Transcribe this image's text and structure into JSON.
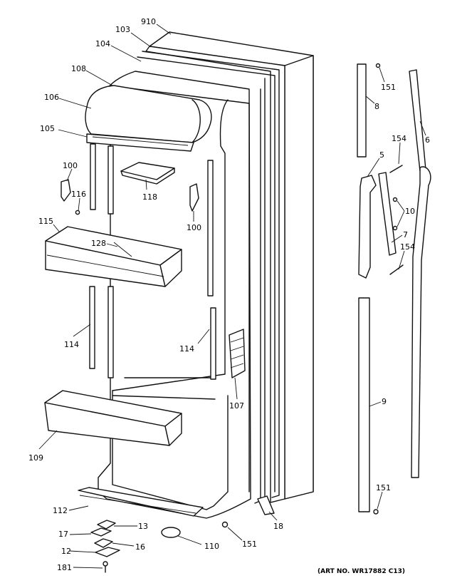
{
  "art_number": "(ART NO. WR17882 C13)",
  "callouts": [
    {
      "id": "910",
      "text": "910"
    },
    {
      "id": "103",
      "text": "103"
    },
    {
      "id": "104",
      "text": "104"
    },
    {
      "id": "108",
      "text": "108"
    },
    {
      "id": "106",
      "text": "106"
    },
    {
      "id": "105",
      "text": "105"
    },
    {
      "id": "100a",
      "text": "100"
    },
    {
      "id": "116",
      "text": "116"
    },
    {
      "id": "115",
      "text": "115"
    },
    {
      "id": "118",
      "text": "118"
    },
    {
      "id": "100b",
      "text": "100"
    },
    {
      "id": "128",
      "text": "128"
    },
    {
      "id": "114a",
      "text": "114"
    },
    {
      "id": "114b",
      "text": "114"
    },
    {
      "id": "107",
      "text": "107"
    },
    {
      "id": "109",
      "text": "109"
    },
    {
      "id": "112",
      "text": "112"
    },
    {
      "id": "17",
      "text": "17"
    },
    {
      "id": "13",
      "text": "13"
    },
    {
      "id": "16",
      "text": "16"
    },
    {
      "id": "12",
      "text": "12"
    },
    {
      "id": "181",
      "text": "181"
    },
    {
      "id": "110",
      "text": "110"
    },
    {
      "id": "151c",
      "text": "151"
    },
    {
      "id": "18",
      "text": "18"
    },
    {
      "id": "151a",
      "text": "151"
    },
    {
      "id": "8",
      "text": "8"
    },
    {
      "id": "6",
      "text": "6"
    },
    {
      "id": "154a",
      "text": "154"
    },
    {
      "id": "5",
      "text": "5"
    },
    {
      "id": "10",
      "text": "10"
    },
    {
      "id": "7",
      "text": "7"
    },
    {
      "id": "154b",
      "text": "154"
    },
    {
      "id": "9",
      "text": "9"
    },
    {
      "id": "151b",
      "text": "151"
    }
  ]
}
